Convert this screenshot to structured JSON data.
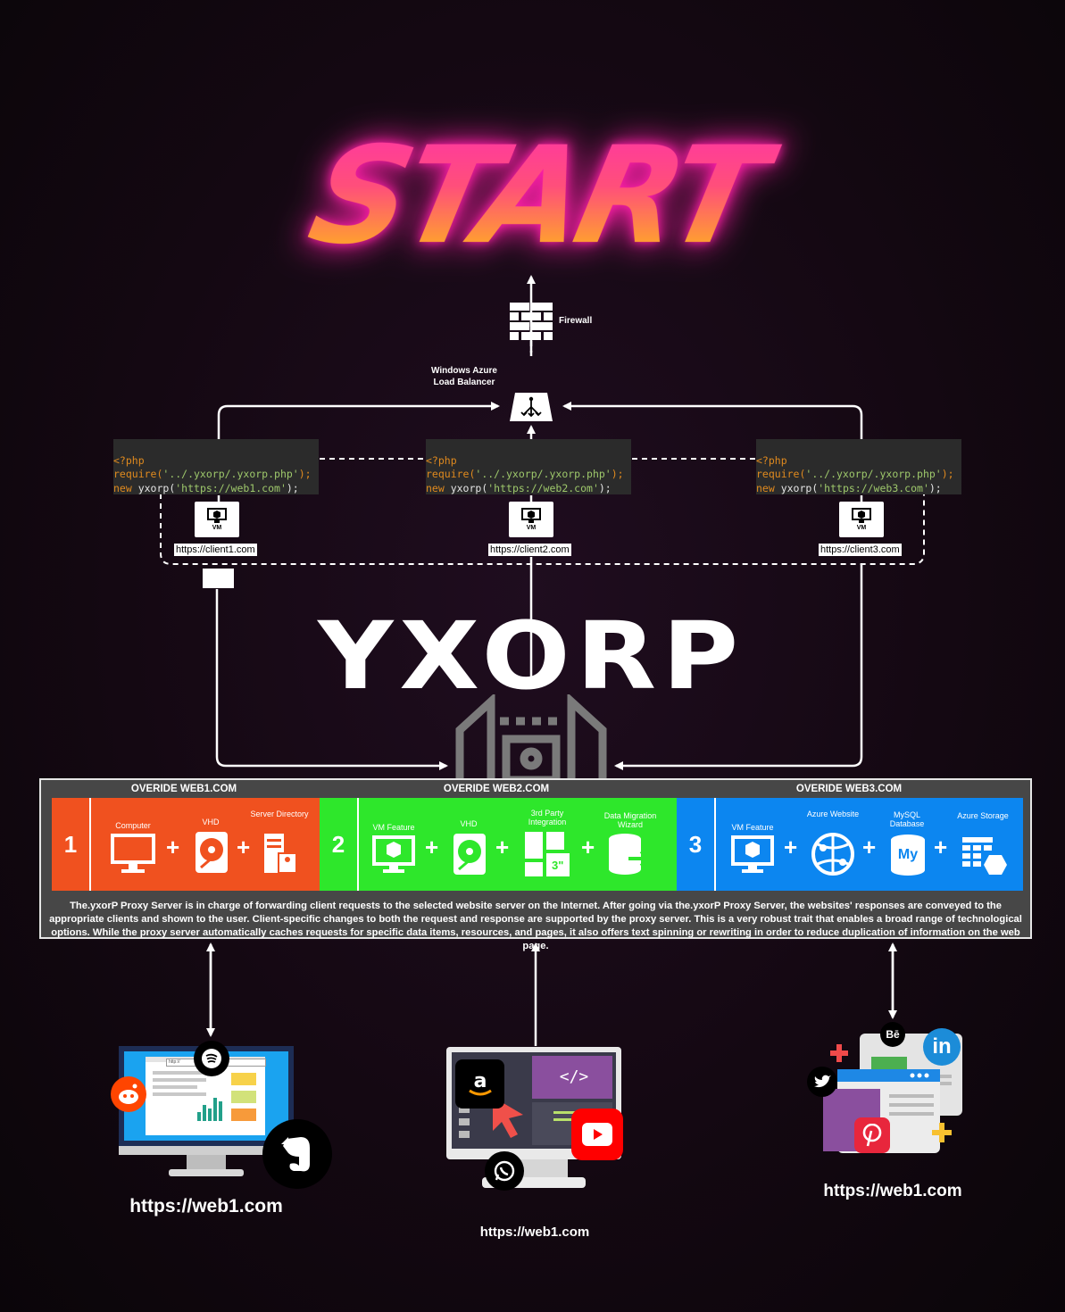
{
  "start_title": "START",
  "firewall_label": "Firewall",
  "load_balancer_label": "Windows Azure\nLoad Balancer",
  "code_blocks": [
    {
      "line1": "<?php",
      "line2_fn": "require(",
      "line2_str": "'../.yxorp/.yxorp.php'",
      "line2_end": ");",
      "line3_kw": "new",
      "line3_fn": " yxorp(",
      "line3_str": "'https://web1.com'",
      "line3_end": ");"
    },
    {
      "line1": "<?php",
      "line2_fn": "require(",
      "line2_str": "'../.yxorp/.yxorp.php'",
      "line2_end": ");",
      "line3_kw": "new",
      "line3_fn": " yxorp(",
      "line3_str": "'https://web2.com'",
      "line3_end": ");"
    },
    {
      "line1": "<?php",
      "line2_fn": "require(",
      "line2_str": "'../.yxorp/.yxorp.php'",
      "line2_end": ");",
      "line3_kw": "new",
      "line3_fn": " yxorp(",
      "line3_str": "'https://web3.com'",
      "line3_end": ");"
    }
  ],
  "vm_label": "VM",
  "clients": [
    "https://client1.com",
    "https://client2.com",
    "https://client3.com"
  ],
  "logo_text": "YXORP",
  "panel": {
    "titles": [
      "OVERIDE WEB1.COM",
      "OVERIDE WEB2.COM",
      "OVERIDE WEB3.COM"
    ],
    "numbers": [
      "1",
      "2",
      "3"
    ],
    "colors": [
      "#f0511f",
      "#2ee72b",
      "#0c86f0"
    ],
    "group1": [
      "Computer",
      "VHD",
      "Server Directory"
    ],
    "group2": [
      "VM Feature",
      "VHD",
      "3rd Party Integration",
      "Data Migration Wizard"
    ],
    "group3": [
      "VM Feature",
      "Azure Website",
      "MySQL Database",
      "Azure Storage"
    ],
    "plus": "+",
    "description": "The.yxorP Proxy Server is in charge of forwarding client requests to the selected website server on the Internet. After going via the.yxorP Proxy Server, the websites' responses are conveyed to the appropriate clients and shown to the user. Client-specific changes to both the request and response are supported by the proxy server. This is a very robust trait that enables a broad range of technological options. While the proxy server automatically caches requests for specific data items, resources, and pages, it also offers text spinning or rewriting in order to reduce duplication of information on the web page."
  },
  "browser_url": "http://",
  "integration_badge": "3\"",
  "mysql_badge": "My",
  "behance_badge": "Bē",
  "linkedin_badge": "in",
  "web_labels": [
    "https://web1.com",
    "https://web1.com",
    "https://web1.com"
  ]
}
